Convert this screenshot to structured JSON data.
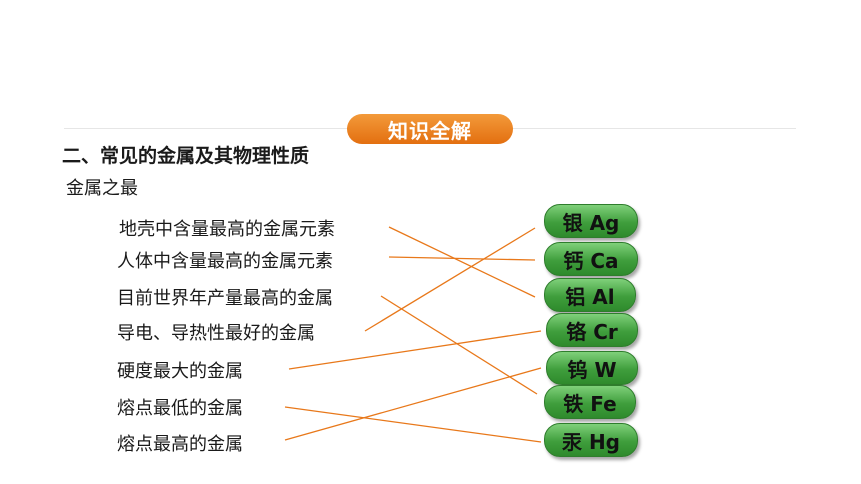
{
  "header": {
    "badge": "知识全解"
  },
  "section_title": "二、常见的金属及其物理性质",
  "subtitle": "金属之最",
  "items": [
    "地壳中含量最高的金属元素",
    "人体中含量最高的金属元素",
    "目前世界年产量最高的金属",
    "导电、导热性最好的金属",
    "硬度最大的金属",
    "熔点最低的金属",
    "熔点最高的金属"
  ],
  "metals": [
    "银 Ag",
    "钙 Ca",
    "铝 Al",
    "铬 Cr",
    "钨 W",
    "铁 Fe",
    "汞 Hg"
  ],
  "matches": [
    {
      "item": 0,
      "metal": 2
    },
    {
      "item": 1,
      "metal": 1
    },
    {
      "item": 2,
      "metal": 5
    },
    {
      "item": 3,
      "metal": 0
    },
    {
      "item": 4,
      "metal": 3
    },
    {
      "item": 5,
      "metal": 6
    },
    {
      "item": 6,
      "metal": 4
    }
  ],
  "colors": {
    "line": "#e8781a",
    "badge": "#e8781a",
    "pill": "#4caf47"
  }
}
